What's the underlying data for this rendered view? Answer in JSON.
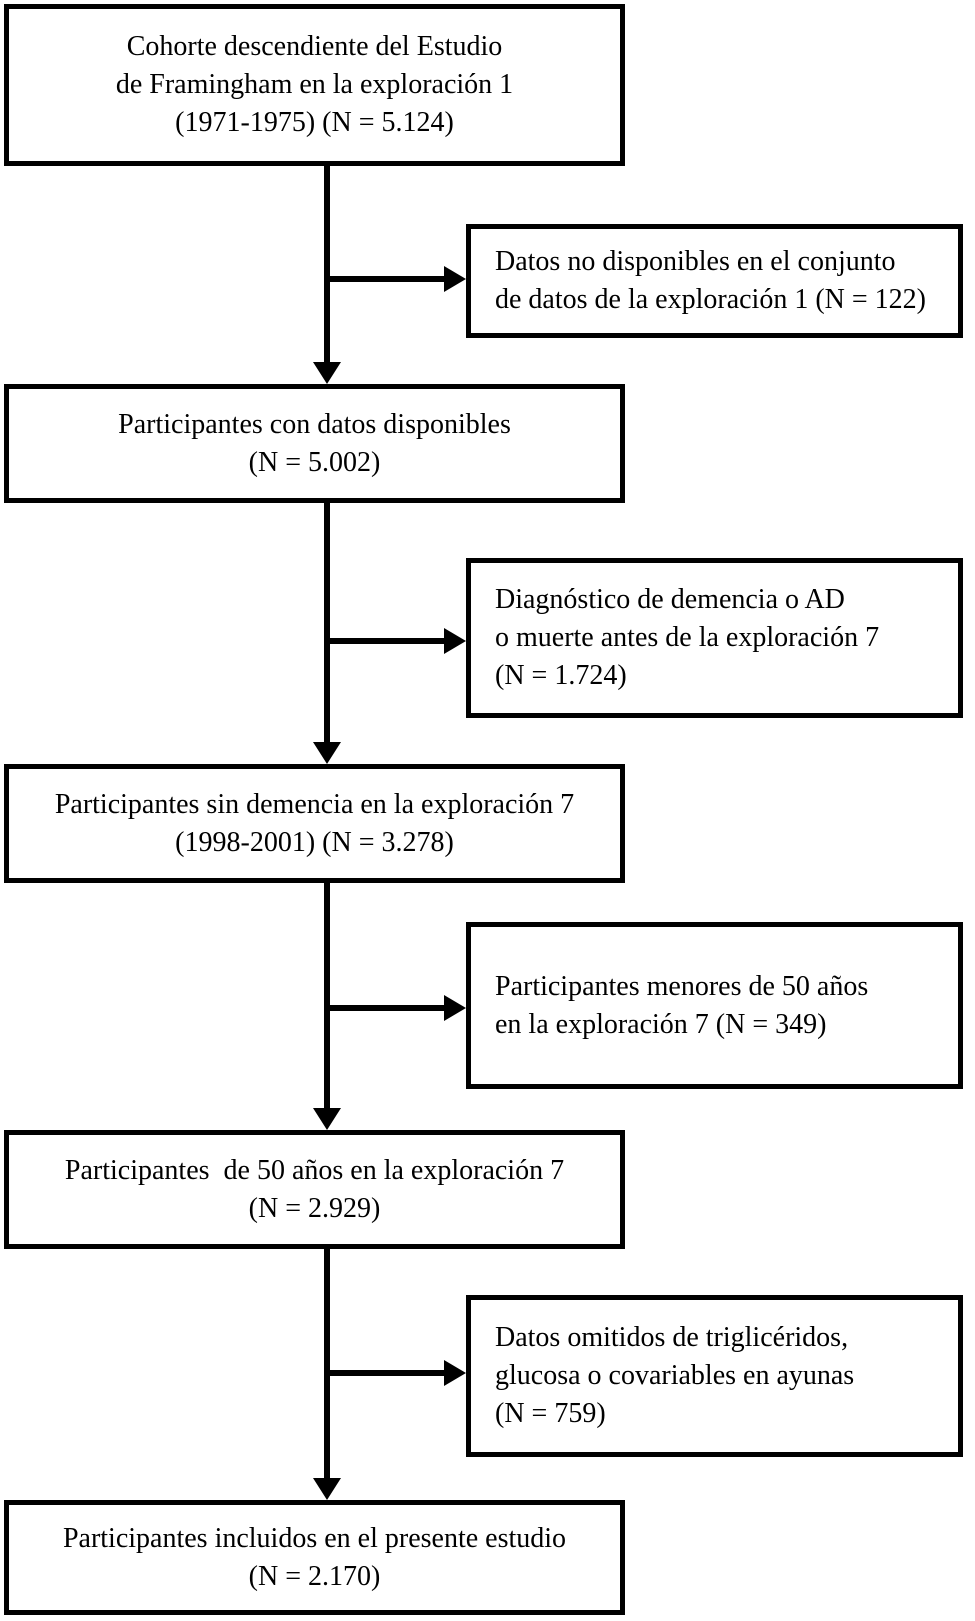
{
  "flow": {
    "background_color": "#ffffff",
    "line_color": "#000000",
    "main_boxes": [
      {
        "name": "cohort",
        "lines": [
          "Cohorte descendiente del Estudio",
          "de Framingham en la exploración 1",
          "(1971-1975) (N = 5.124)"
        ]
      },
      {
        "name": "data-available",
        "lines": [
          "Participantes con datos disponibles",
          "(N = 5.002)"
        ]
      },
      {
        "name": "no-dementia-exam7",
        "lines": [
          "Participantes sin demencia en la exploración 7",
          "(1998-2001) (N = 3.278)"
        ]
      },
      {
        "name": "age-50-exam7",
        "lines": [
          "Participantes  de 50 años en la exploración 7",
          "(N = 2.929)"
        ]
      },
      {
        "name": "included",
        "lines": [
          "Participantes incluidos en el presente estudio",
          "(N = 2.170)"
        ]
      }
    ],
    "exclusion_boxes": [
      {
        "name": "excluded-no-data",
        "lines": [
          "Datos no disponibles en el conjunto",
          "de datos de la exploración 1 (N = 122)"
        ]
      },
      {
        "name": "excluded-dementia-death",
        "lines": [
          "Diagnóstico de demencia o AD",
          "o muerte antes de la exploración 7",
          "(N = 1.724)"
        ]
      },
      {
        "name": "excluded-under-50",
        "lines": [
          "Participantes menores de 50 años",
          "en la exploración 7 (N = 349)"
        ]
      },
      {
        "name": "excluded-missing-labs",
        "lines": [
          "Datos omitidos de triglicéridos,",
          "glucosa o covariables en ayunas",
          "(N = 759)"
        ]
      }
    ]
  }
}
